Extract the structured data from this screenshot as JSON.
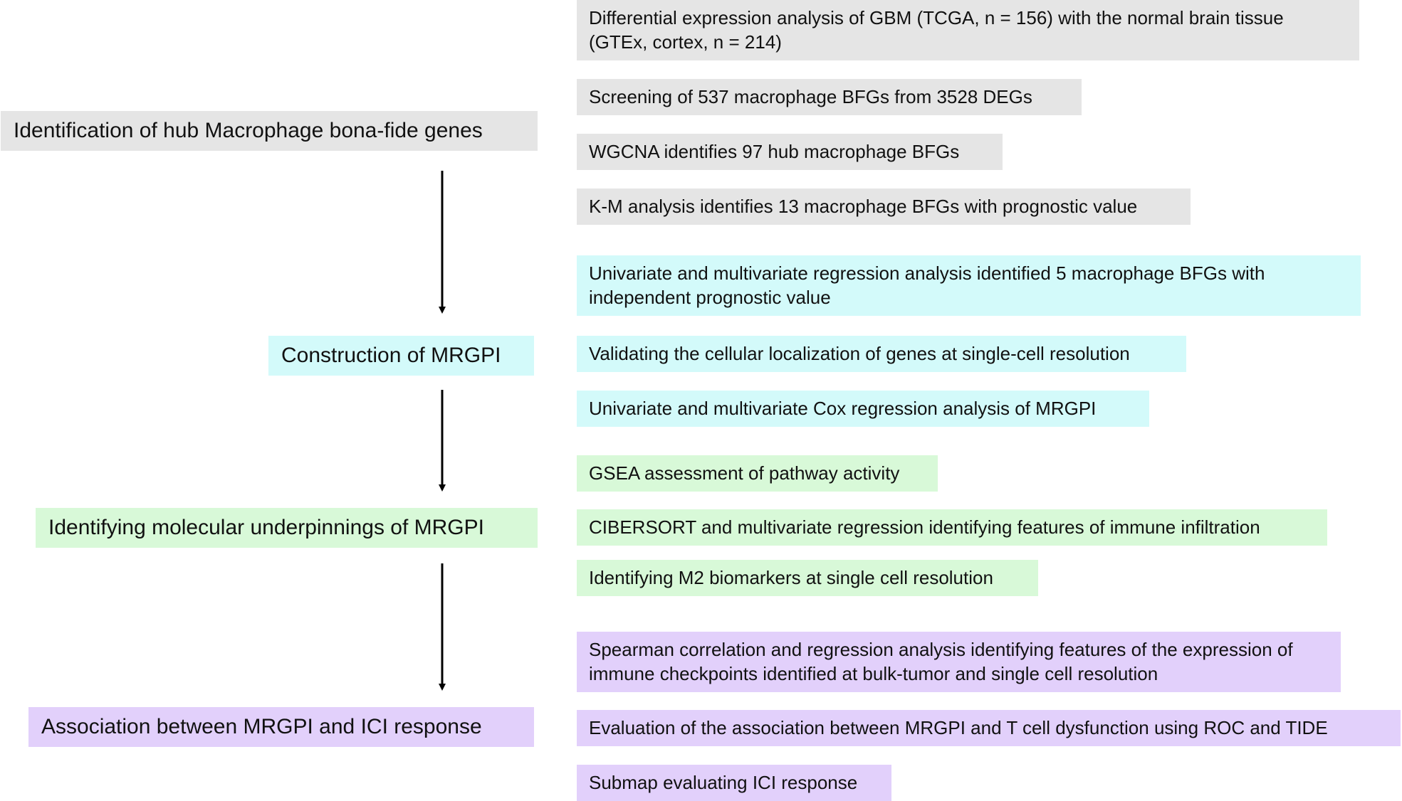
{
  "stages": [
    {
      "label": "Identification of hub Macrophage bona-fide genes",
      "color": "#e5e5e5"
    },
    {
      "label": "Construction of MRGPI",
      "color": "#d3fafa"
    },
    {
      "label": "Identifying molecular underpinnings of MRGPI",
      "color": "#d8f9d8"
    },
    {
      "label": "Association between MRGPI and ICI response",
      "color": "#e2d0fb"
    }
  ],
  "steps": [
    {
      "label": "Differential expression analysis of GBM (TCGA, n = 156) with the normal brain tissue (GTEx, cortex, n = 214)"
    },
    {
      "label": "Screening of 537 macrophage BFGs from 3528 DEGs"
    },
    {
      "label": "WGCNA identifies 97 hub macrophage BFGs"
    },
    {
      "label": "K-M analysis identifies 13 macrophage BFGs with prognostic value"
    },
    {
      "label": "Univariate and multivariate regression analysis identified 5 macrophage BFGs with independent prognostic value"
    },
    {
      "label": "Validating the cellular localization of genes at single-cell resolution"
    },
    {
      "label": "Univariate and multivariate Cox regression analysis of MRGPI"
    },
    {
      "label": "GSEA assessment of pathway activity"
    },
    {
      "label": "CIBERSORT and multivariate regression identifying features of immune infiltration"
    },
    {
      "label": "Identifying M2 biomarkers at single cell resolution"
    },
    {
      "label": "Spearman correlation and regression analysis identifying features of the expression of immune checkpoints identified at bulk-tumor and single cell resolution"
    },
    {
      "label": "Evaluation of the association between MRGPI and T cell dysfunction using ROC and TIDE"
    },
    {
      "label": "Submap evaluating ICI response"
    }
  ]
}
